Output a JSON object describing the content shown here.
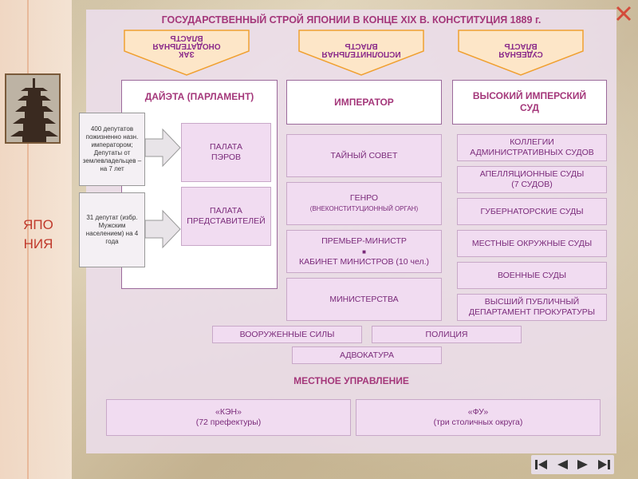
{
  "title": "ГОСУДАРСТВЕННЫЙ СТРОЙ ЯПОНИИ В КОНЦЕ XIX В. КОНСТИТУЦИЯ 1889 г.",
  "side_label": "ЯПО\nНИЯ",
  "branches": {
    "legislative": "ЗАК\nОНОДАТЕЛЬНАЯ\nВЛАСТЬ",
    "executive": "ИСПОЛНИТЕЛЬНАЯ\nВЛАСТЬ",
    "judicial": "СУДЕБНАЯ\nВЛАСТЬ"
  },
  "parliament": {
    "title": "ДАЙЭТА (ПАРЛАМЕНТ)",
    "upper_note": "400 депутатов пожизненно назн. императором; Депутаты от землевладельцев – на 7 лет",
    "upper": "ПАЛАТА\nПЭРОВ",
    "lower_note": "31 депутат (избр. Мужским населением) на 4 года",
    "lower": "ПАЛАТА\nПРЕДСТАВИТЕЛЕЙ"
  },
  "emperor": {
    "title": "ИМПЕРАТОР",
    "items": [
      {
        "label": "ТАЙНЫЙ СОВЕТ"
      },
      {
        "label": "ГЕНРО",
        "sub": "(ВНЕКОНСТИТУЦИОННЫЙ ОРГАН)"
      },
      {
        "label": "ПРЕМЬЕР-МИНИСТР",
        "label2": "КАБИНЕТ МИНИСТРОВ (10 чел.)"
      },
      {
        "label": "МИНИСТЕРСТВА"
      }
    ]
  },
  "court": {
    "title": "ВЫСОКИЙ ИМПЕРСКИЙ\nСУД",
    "items": [
      "КОЛЛЕГИИ\nАДМИНИСТРАТИВНЫХ СУДОВ",
      "АПЕЛЛЯЦИОННЫЕ СУДЫ\n(7 СУДОВ)",
      "ГУБЕРНАТОРСКИЕ СУДЫ",
      "МЕСТНЫЕ ОКРУЖНЫЕ СУДЫ",
      "ВОЕННЫЕ СУДЫ",
      "ВЫСШИЙ ПУБЛИЧНЫЙ\nДЕПАРТАМЕНТ ПРОКУРАТУРЫ"
    ]
  },
  "bottom_row": {
    "armed_forces": "ВООРУЖЕННЫЕ СИЛЫ",
    "police": "ПОЛИЦИЯ",
    "advocacy": "АДВОКАТУРА"
  },
  "local": {
    "title": "МЕСТНОЕ УПРАВЛЕНИЕ",
    "ken": "«КЭН»\n(72 префектуры)",
    "fu": "«ФУ»\n(три столичных округа)"
  },
  "colors": {
    "accent": "#a4377a",
    "box_fill": "#f1dcf1",
    "chevron": "#f0a030"
  },
  "icons": [
    "close-icon",
    "first-slide-icon",
    "prev-slide-icon",
    "next-slide-icon",
    "last-slide-icon"
  ]
}
